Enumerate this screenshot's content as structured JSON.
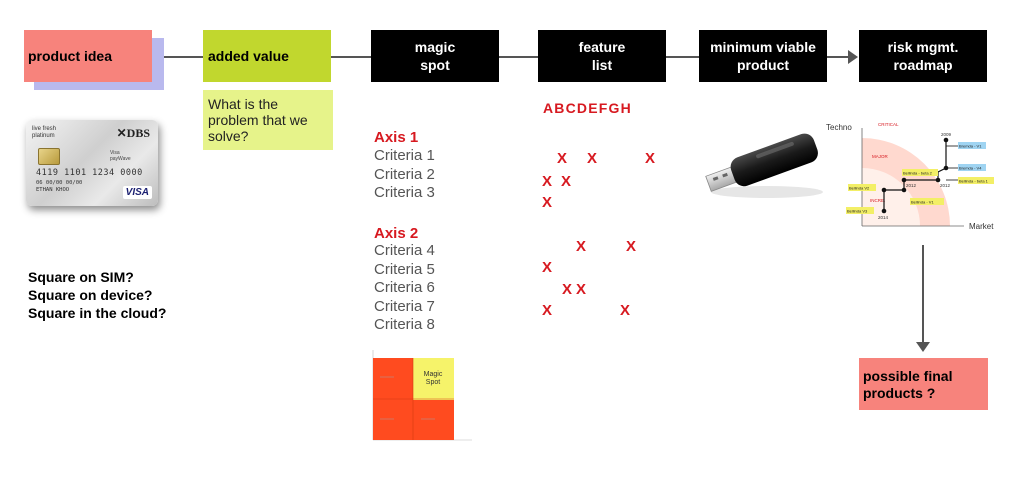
{
  "flow": {
    "product_idea": "product idea",
    "added_value": "added value",
    "magic_spot": [
      "magic",
      "spot"
    ],
    "feature_list": [
      "feature",
      "list"
    ],
    "mvp": [
      "minimum viable",
      "product"
    ],
    "risk": [
      "risk mgmt.",
      "roadmap"
    ]
  },
  "note": {
    "text": "What is the problem that we solve?"
  },
  "card": {
    "brand_line1": "live fresh",
    "brand_line2": "platinum",
    "bank": "DBS",
    "pay_line1": "Visa",
    "pay_line2": "payWave",
    "number": "4119 1101 1234 0000",
    "expiry": "06  00/00 00/00",
    "name": "ETHAN KHOO",
    "network": "VISA"
  },
  "questions": [
    "Square on SIM?",
    "Square on device?",
    "Square in the cloud?"
  ],
  "criteria": {
    "axis1": {
      "title": "Axis 1",
      "items": [
        "Criteria 1",
        "Criteria 2",
        "Criteria 3"
      ]
    },
    "axis2": {
      "title": "Axis 2",
      "items": [
        "Criteria 4",
        "Criteria 5",
        "Criteria 6",
        "Criteria 7",
        "Criteria 8"
      ]
    }
  },
  "feature_letters": "ABCDEFGH",
  "x_mark": "X",
  "magic_chart": {
    "label_line1": "Magic",
    "label_line2": "Spot",
    "colors": {
      "red": "#ff4b1f",
      "yellow": "#f6f36a"
    }
  },
  "roadmap": {
    "y_label": "Techno",
    "x_label": "Market",
    "zones": [
      "CRITICAL",
      "MAJOR",
      "INCRE."
    ],
    "years": [
      "2009",
      "2012",
      "2012",
      "2014"
    ],
    "tags": [
      "Bremda - V1",
      "Bremda - V4",
      "Bellinda - beta 1",
      "Bellinda - beta 2",
      "Bellinda V2",
      "Bellinda - V1",
      "Bellinda V3"
    ]
  },
  "final": {
    "line1": "possible final",
    "line2": "products ?"
  },
  "colors": {
    "salmon": "#f7837c",
    "lime": "#c1d72e",
    "note_yellow": "#e6f38a",
    "accent_red": "#d71920"
  }
}
